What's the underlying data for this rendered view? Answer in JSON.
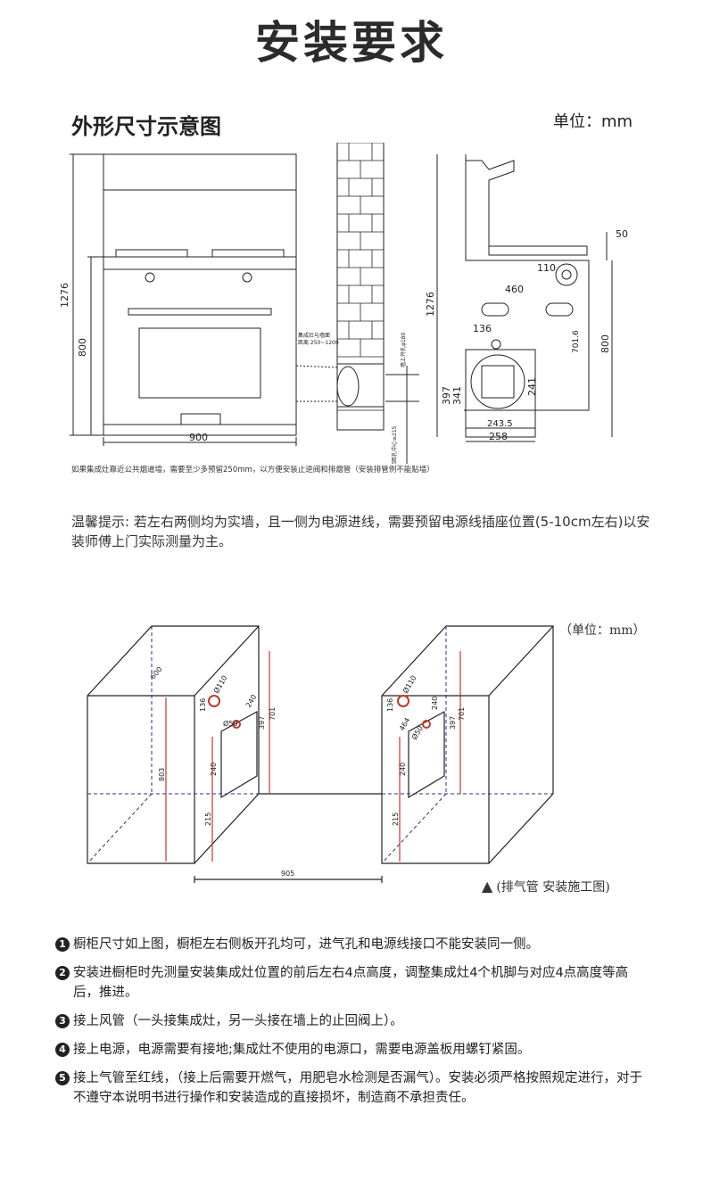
{
  "page_title": "安装要求",
  "section1": {
    "title": "外形尺寸示意图",
    "unit": "单位：mm",
    "front_view": {
      "height_total": "1276",
      "height_cabinet": "800",
      "width": "900"
    },
    "wall": {
      "note_line1": "集成灶与墙面",
      "note_line2": "距离 250~1200",
      "hole_label": "墙上开孔φ180",
      "ground_label": "地面距孔中心≥215"
    },
    "side_view": {
      "d50": "50",
      "d110": "110",
      "d460": "460",
      "d136": "136",
      "d1276": "1276",
      "d701_6": "701.6",
      "d800": "800",
      "d397": "397",
      "d341": "341",
      "d241": "241",
      "d243_5": "243.5",
      "d258": "258"
    },
    "footnote": "如果集成灶靠近公共烟道墙，需要至少多预留250mm，以方便安装止逆阀和排烟管（安装排管例不能贴墙）"
  },
  "tip": "温馨提示: 若左右两侧均为实墙，且一侧为电源进线，需要预留电源线插座位置(5-10cm左右)以安装师傅上门实际测量为主。",
  "section2": {
    "unit": "（单位：mm）",
    "labels": {
      "d600": "600",
      "d803": "803",
      "d905": "905",
      "d136a": "136",
      "d110a": "Ø110",
      "d50a": "Ø50",
      "d240a": "240",
      "d240b": "240",
      "d215": "215",
      "d397a": "397",
      "d701a": "701",
      "d136b": "136",
      "d110b": "Ø110",
      "d464": "464",
      "d50b": "Ø50",
      "d240c": "240",
      "d240d": "240",
      "d215b": "215",
      "d397b": "397",
      "d701b": "701"
    },
    "caption_symbol": "▲",
    "caption": "(排气管 安装施工图)"
  },
  "steps": [
    {
      "num": "1",
      "text": "橱柜尺寸如上图，橱柜左右侧板开孔均可，进气孔和电源线接口不能安装同一侧。"
    },
    {
      "num": "2",
      "text": "安装进橱柜时先测量安装集成灶位置的前后左右4点高度，调整集成灶4个机脚与对应4点高度等高后，推进。"
    },
    {
      "num": "3",
      "text": "接上风管（一头接集成灶，另一头接在墙上的止回阀上）。"
    },
    {
      "num": "4",
      "text": "接上电源，电源需要有接地;集成灶不使用的电源口，需要电源盖板用螺钉紧固。"
    },
    {
      "num": "5",
      "text": "接上气管至红线，（接上后需要开燃气，用肥皂水检测是否漏气）。安装必须严格按照规定进行，对于不遵守本说明书进行操作和安装造成的直接损坏，制造商不承担责任。"
    }
  ]
}
